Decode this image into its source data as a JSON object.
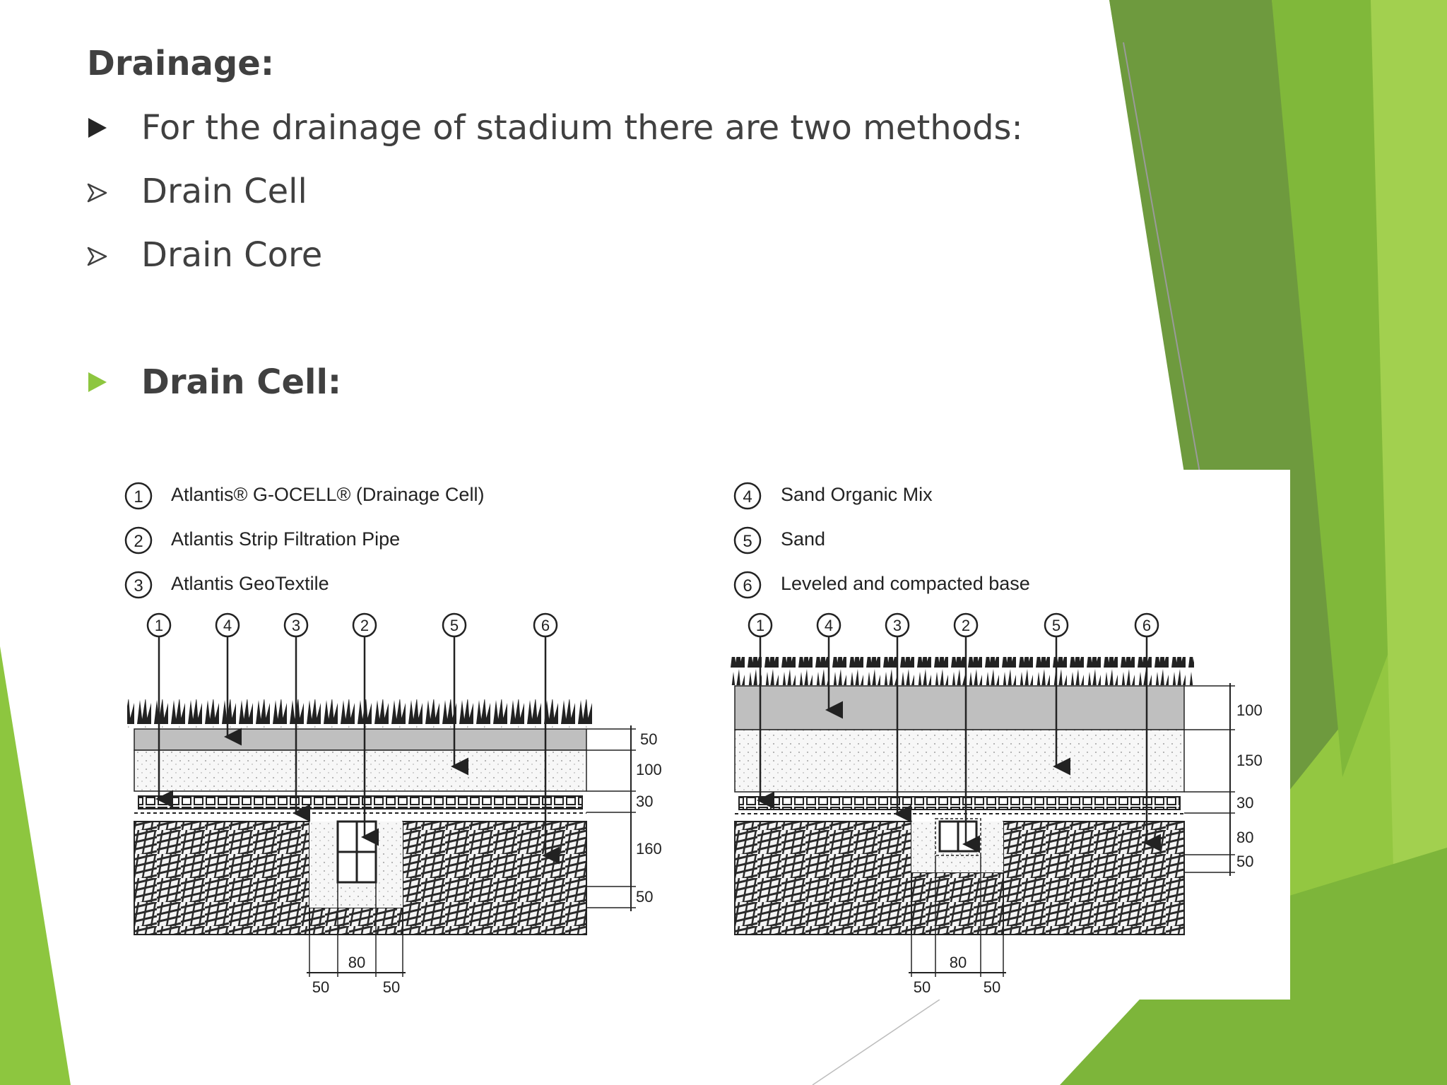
{
  "slide": {
    "title": "Drainage:",
    "bullets": [
      {
        "text": "For the drainage of stadium there are two methods:"
      },
      {
        "text": "Drain Cell"
      },
      {
        "text": "Drain Core"
      },
      {
        "text": "Drain Cell:"
      }
    ]
  },
  "diagram": {
    "legend_left": [
      {
        "num": "1",
        "text": "Atlantis® G-OCELL® (Drainage Cell)"
      },
      {
        "num": "2",
        "text": "Atlantis Strip Filtration Pipe"
      },
      {
        "num": "3",
        "text": "Atlantis GeoTextile"
      }
    ],
    "legend_right": [
      {
        "num": "4",
        "text": "Sand Organic Mix"
      },
      {
        "num": "5",
        "text": "Sand"
      },
      {
        "num": "6",
        "text": "Leveled and compacted base"
      }
    ],
    "callouts": [
      "1",
      "4",
      "3",
      "2",
      "5",
      "6"
    ],
    "left_section": {
      "layer_dims": [
        "50",
        "100",
        "30",
        "160",
        "50"
      ],
      "trench_dims": [
        "80",
        "50",
        "50"
      ]
    },
    "right_section": {
      "layer_dims": [
        "100",
        "150",
        "30",
        "80",
        "50"
      ],
      "trench_dims": [
        "80",
        "50",
        "50"
      ]
    }
  },
  "colors": {
    "accent_green": "#8DC63F",
    "dark_green": "#6E9A3E",
    "text": "#404040"
  }
}
